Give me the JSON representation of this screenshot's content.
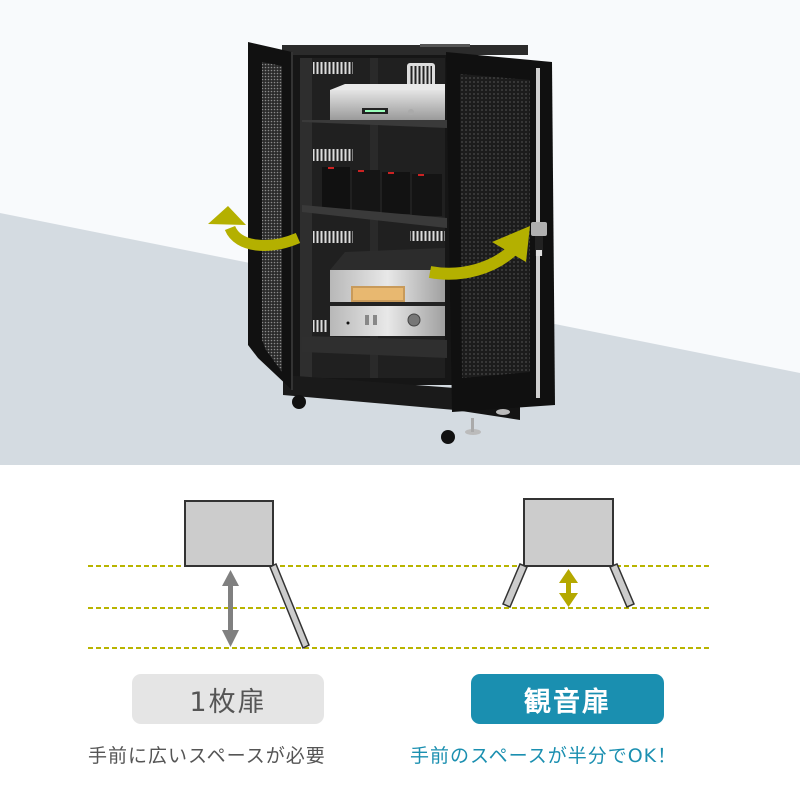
{
  "photo": {
    "subject": "black-rack-cabinet-with-double-doors-open",
    "background_wall_color": "#f8fafc",
    "floor_color": "#d4dbe1",
    "arrow_color": "#b4b000",
    "contents": [
      "network-audio-player",
      "four-nas-units",
      "power-amplifier",
      "integrated-amplifier"
    ]
  },
  "diagram": {
    "line_color": "#b8b400",
    "box_fill": "#cccccc",
    "box_stroke": "#333333",
    "single_door": {
      "arrow_color": "#808080",
      "label": "1枚扉",
      "caption": "手前に広いスペースが必要",
      "label_bg": "#e5e5e5",
      "text_color": "#555555"
    },
    "double_door": {
      "arrow_color": "#b4a800",
      "label": "観音扉",
      "caption": "手前のスペースが半分でOK！",
      "label_bg": "#1a8fb0",
      "text_color": "#1a8fb0"
    }
  }
}
